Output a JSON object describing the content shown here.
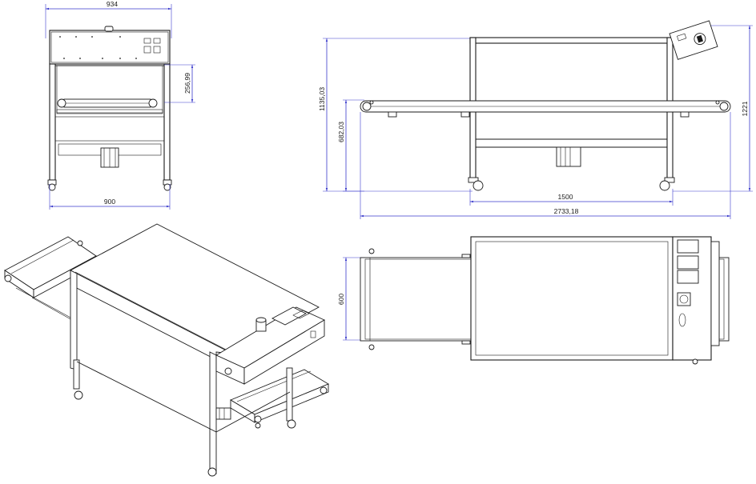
{
  "dimensions": {
    "front_top_width": "934",
    "front_bottom_width": "900",
    "front_belt_height": "256,99",
    "side_total_height": "1135,03",
    "side_belt_height": "682,03",
    "side_panel_height": "1221",
    "side_frame_length": "1500",
    "side_total_length": "2733,18",
    "top_belt_width": "600"
  },
  "colors": {
    "dimension_line": "#3a3acc",
    "drawing_line": "#1a1a1a",
    "background": "#ffffff"
  }
}
